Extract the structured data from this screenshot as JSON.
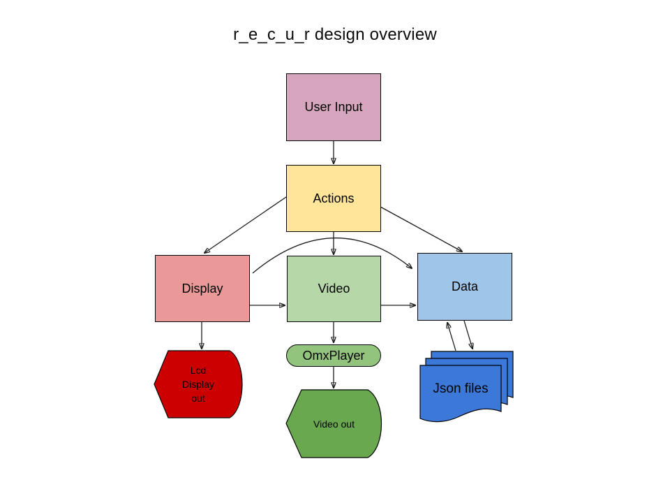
{
  "title": "r_e_c_u_r design overview",
  "colors": {
    "background": "#ffffff",
    "line": "#1a1a1a",
    "text": "#000000"
  },
  "nodes": {
    "user_input": {
      "label": "User Input",
      "fill": "#d5a6bd",
      "shape": "rect"
    },
    "actions": {
      "label": "Actions",
      "fill": "#ffe599",
      "shape": "rect"
    },
    "display": {
      "label": "Display",
      "fill": "#ea9999",
      "shape": "rect"
    },
    "video": {
      "label": "Video",
      "fill": "#b6d7a8",
      "shape": "rect"
    },
    "data": {
      "label": "Data",
      "fill": "#9fc5e8",
      "shape": "rect"
    },
    "omxplayer": {
      "label": "OmxPlayer",
      "fill": "#93c47d",
      "shape": "pill"
    },
    "video_out": {
      "label": "Video out",
      "fill": "#6aa84f",
      "shape": "display"
    },
    "lcd_display_out": {
      "label": "Lcd Display out",
      "lines": [
        "Lcd",
        "Display",
        "out"
      ],
      "fill": "#cc0000",
      "shape": "display"
    },
    "json_files": {
      "label": "Json files",
      "fill": "#3c78d8",
      "shape": "document-stack",
      "stack_count": 3
    }
  },
  "edges": [
    {
      "from": "user_input",
      "to": "actions",
      "style": "straight-arrow"
    },
    {
      "from": "actions",
      "to": "display",
      "style": "straight-arrow"
    },
    {
      "from": "actions",
      "to": "video",
      "style": "straight-arrow"
    },
    {
      "from": "actions",
      "to": "data",
      "style": "straight-arrow"
    },
    {
      "from": "display",
      "to": "data",
      "style": "curved-arrow"
    },
    {
      "from": "display",
      "to": "video",
      "style": "straight-arrow"
    },
    {
      "from": "video",
      "to": "data",
      "style": "straight-arrow"
    },
    {
      "from": "video",
      "to": "omxplayer",
      "style": "straight-arrow"
    },
    {
      "from": "omxplayer",
      "to": "video_out",
      "style": "straight-arrow"
    },
    {
      "from": "display",
      "to": "lcd_display_out",
      "style": "straight-arrow"
    },
    {
      "from": "json_files",
      "to": "data",
      "style": "straight-arrow"
    },
    {
      "from": "data",
      "to": "json_files",
      "style": "straight-arrow"
    }
  ]
}
